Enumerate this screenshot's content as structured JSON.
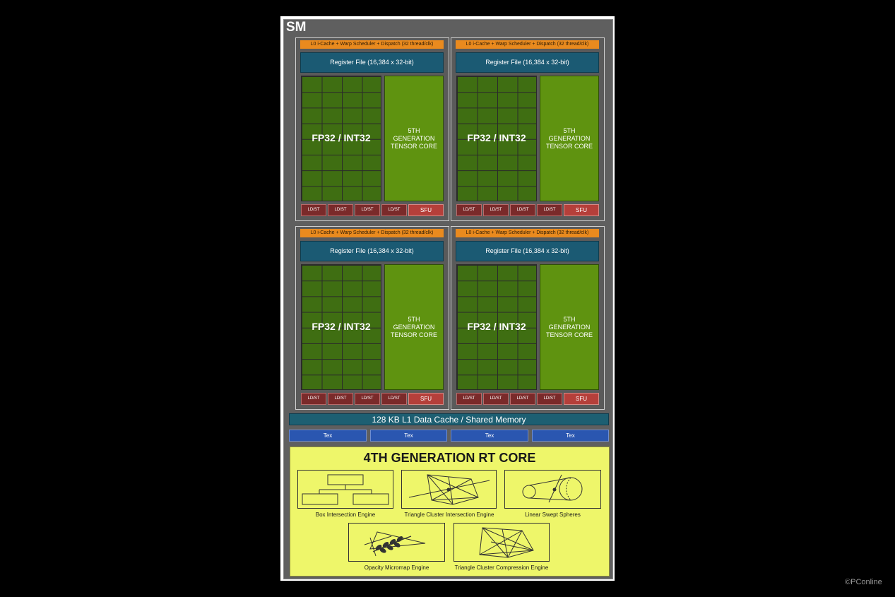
{
  "sm": {
    "title": "SM",
    "partitions": [
      {
        "warp": "L0 i-Cache + Warp Scheduler + Dispatch (32 thread/clk)",
        "register_file": "Register File (16,384 x 32-bit)",
        "fp": "FP32 / INT32",
        "tensor": [
          "5TH",
          "GENERATION",
          "TENSOR CORE"
        ],
        "ldst": [
          "LD/ST",
          "LD/ST",
          "LD/ST",
          "LD/ST"
        ],
        "sfu": "SFU"
      },
      {
        "warp": "L0 i-Cache + Warp Scheduler + Dispatch (32 thread/clk)",
        "register_file": "Register File (16,384 x 32-bit)",
        "fp": "FP32 / INT32",
        "tensor": [
          "5TH",
          "GENERATION",
          "TENSOR CORE"
        ],
        "ldst": [
          "LD/ST",
          "LD/ST",
          "LD/ST",
          "LD/ST"
        ],
        "sfu": "SFU"
      },
      {
        "warp": "L0 i-Cache + Warp Scheduler + Dispatch (32 thread/clk)",
        "register_file": "Register File (16,384 x 32-bit)",
        "fp": "FP32 / INT32",
        "tensor": [
          "5TH",
          "GENERATION",
          "TENSOR CORE"
        ],
        "ldst": [
          "LD/ST",
          "LD/ST",
          "LD/ST",
          "LD/ST"
        ],
        "sfu": "SFU"
      },
      {
        "warp": "L0 i-Cache + Warp Scheduler + Dispatch (32 thread/clk)",
        "register_file": "Register File (16,384 x 32-bit)",
        "fp": "FP32 / INT32",
        "tensor": [
          "5TH",
          "GENERATION",
          "TENSOR CORE"
        ],
        "ldst": [
          "LD/ST",
          "LD/ST",
          "LD/ST",
          "LD/ST"
        ],
        "sfu": "SFU"
      }
    ],
    "l1_cache": "128 KB L1 Data Cache / Shared Memory",
    "tex": [
      "Tex",
      "Tex",
      "Tex",
      "Tex"
    ],
    "rt_core": {
      "title": "4TH GENERATION RT CORE",
      "engines": [
        {
          "label": "Box Intersection Engine",
          "icon": "box-intersection-icon"
        },
        {
          "label": "Triangle Cluster Intersection Engine",
          "icon": "triangle-cluster-intersection-icon"
        },
        {
          "label": "Linear Swept Spheres",
          "icon": "linear-swept-spheres-icon"
        },
        {
          "label": "Opacity Micromap Engine",
          "icon": "opacity-micromap-icon"
        },
        {
          "label": "Triangle Cluster Compression Engine",
          "icon": "triangle-cluster-compression-icon"
        }
      ]
    }
  },
  "watermark": "PConline",
  "colors": {
    "warp": "#e98a1e",
    "register_file": "#1b5a73",
    "fp_grid": "#3f6e12",
    "tensor": "#5f9310",
    "ldst": "#7a2a2a",
    "sfu": "#b53f3a",
    "tex": "#2a56b0",
    "rt_core": "#eef66a"
  }
}
